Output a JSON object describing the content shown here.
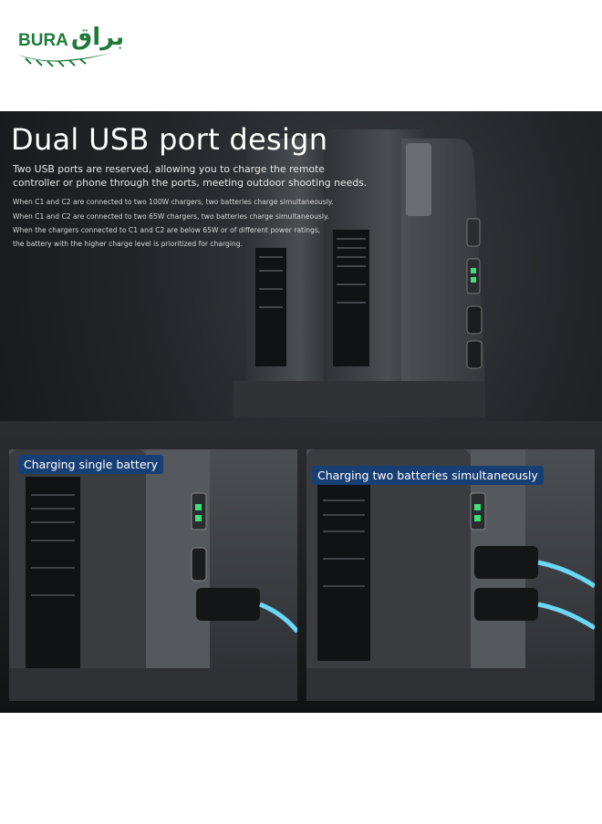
{
  "brand": {
    "latin": "BURA",
    "arabic": "براق",
    "color": "#1f7a3a"
  },
  "hero": {
    "title": "Dual USB port design",
    "description_lines": [
      "Two USB ports are reserved, allowing you to charge the remote",
      "controller or phone through the ports, meeting outdoor shooting needs."
    ],
    "notes": [
      "When C1 and C2 are connected to two 100W chargers, two batteries charge simultaneously.",
      "When C1 and C2 are connected to two 65W chargers, two batteries charge simultaneously.",
      "When the chargers connected to C1 and C2 are below 65W or of different power ratings,",
      " the battery with the higher charge level is prioritized for charging."
    ]
  },
  "panels": {
    "left_label": "Charging single battery",
    "right_label": "Charging two batteries simultaneously",
    "badge_color": "#183f74"
  }
}
